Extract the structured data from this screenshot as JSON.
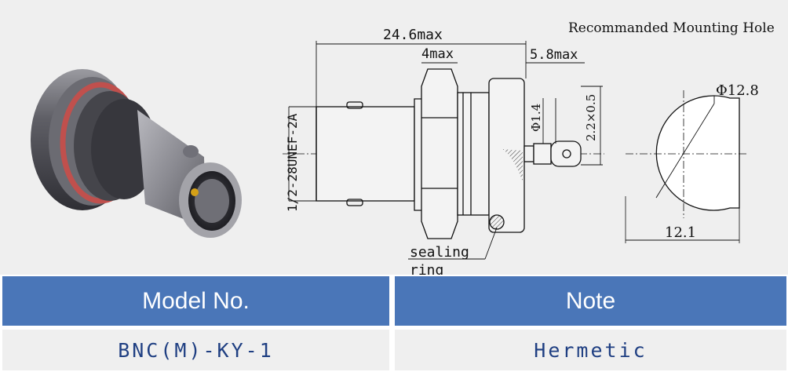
{
  "drawing": {
    "mounting_hole_title": "Recommanded Mounting Hole",
    "dim_overall_length": "24.6max",
    "dim_nut_width": "4max",
    "dim_flange": "5.8max",
    "dim_thread": "1/2-28UNEF-2A",
    "dim_pin_dia": "Φ1.4",
    "dim_terminal": "2.2×0.5",
    "dim_hole_dia": "Φ12.8",
    "dim_hole_flat": "12.1",
    "label_sealing_ring_1": "sealing",
    "label_sealing_ring_2": "ring"
  },
  "colors": {
    "header_bg": "#4a76b8",
    "value_text": "#1f3f82",
    "seal_ring": "#c0504d"
  },
  "table": {
    "headers": [
      "Model No.",
      "Note"
    ],
    "row": [
      "BNC(M)-KY-1",
      "Hermetic"
    ]
  }
}
